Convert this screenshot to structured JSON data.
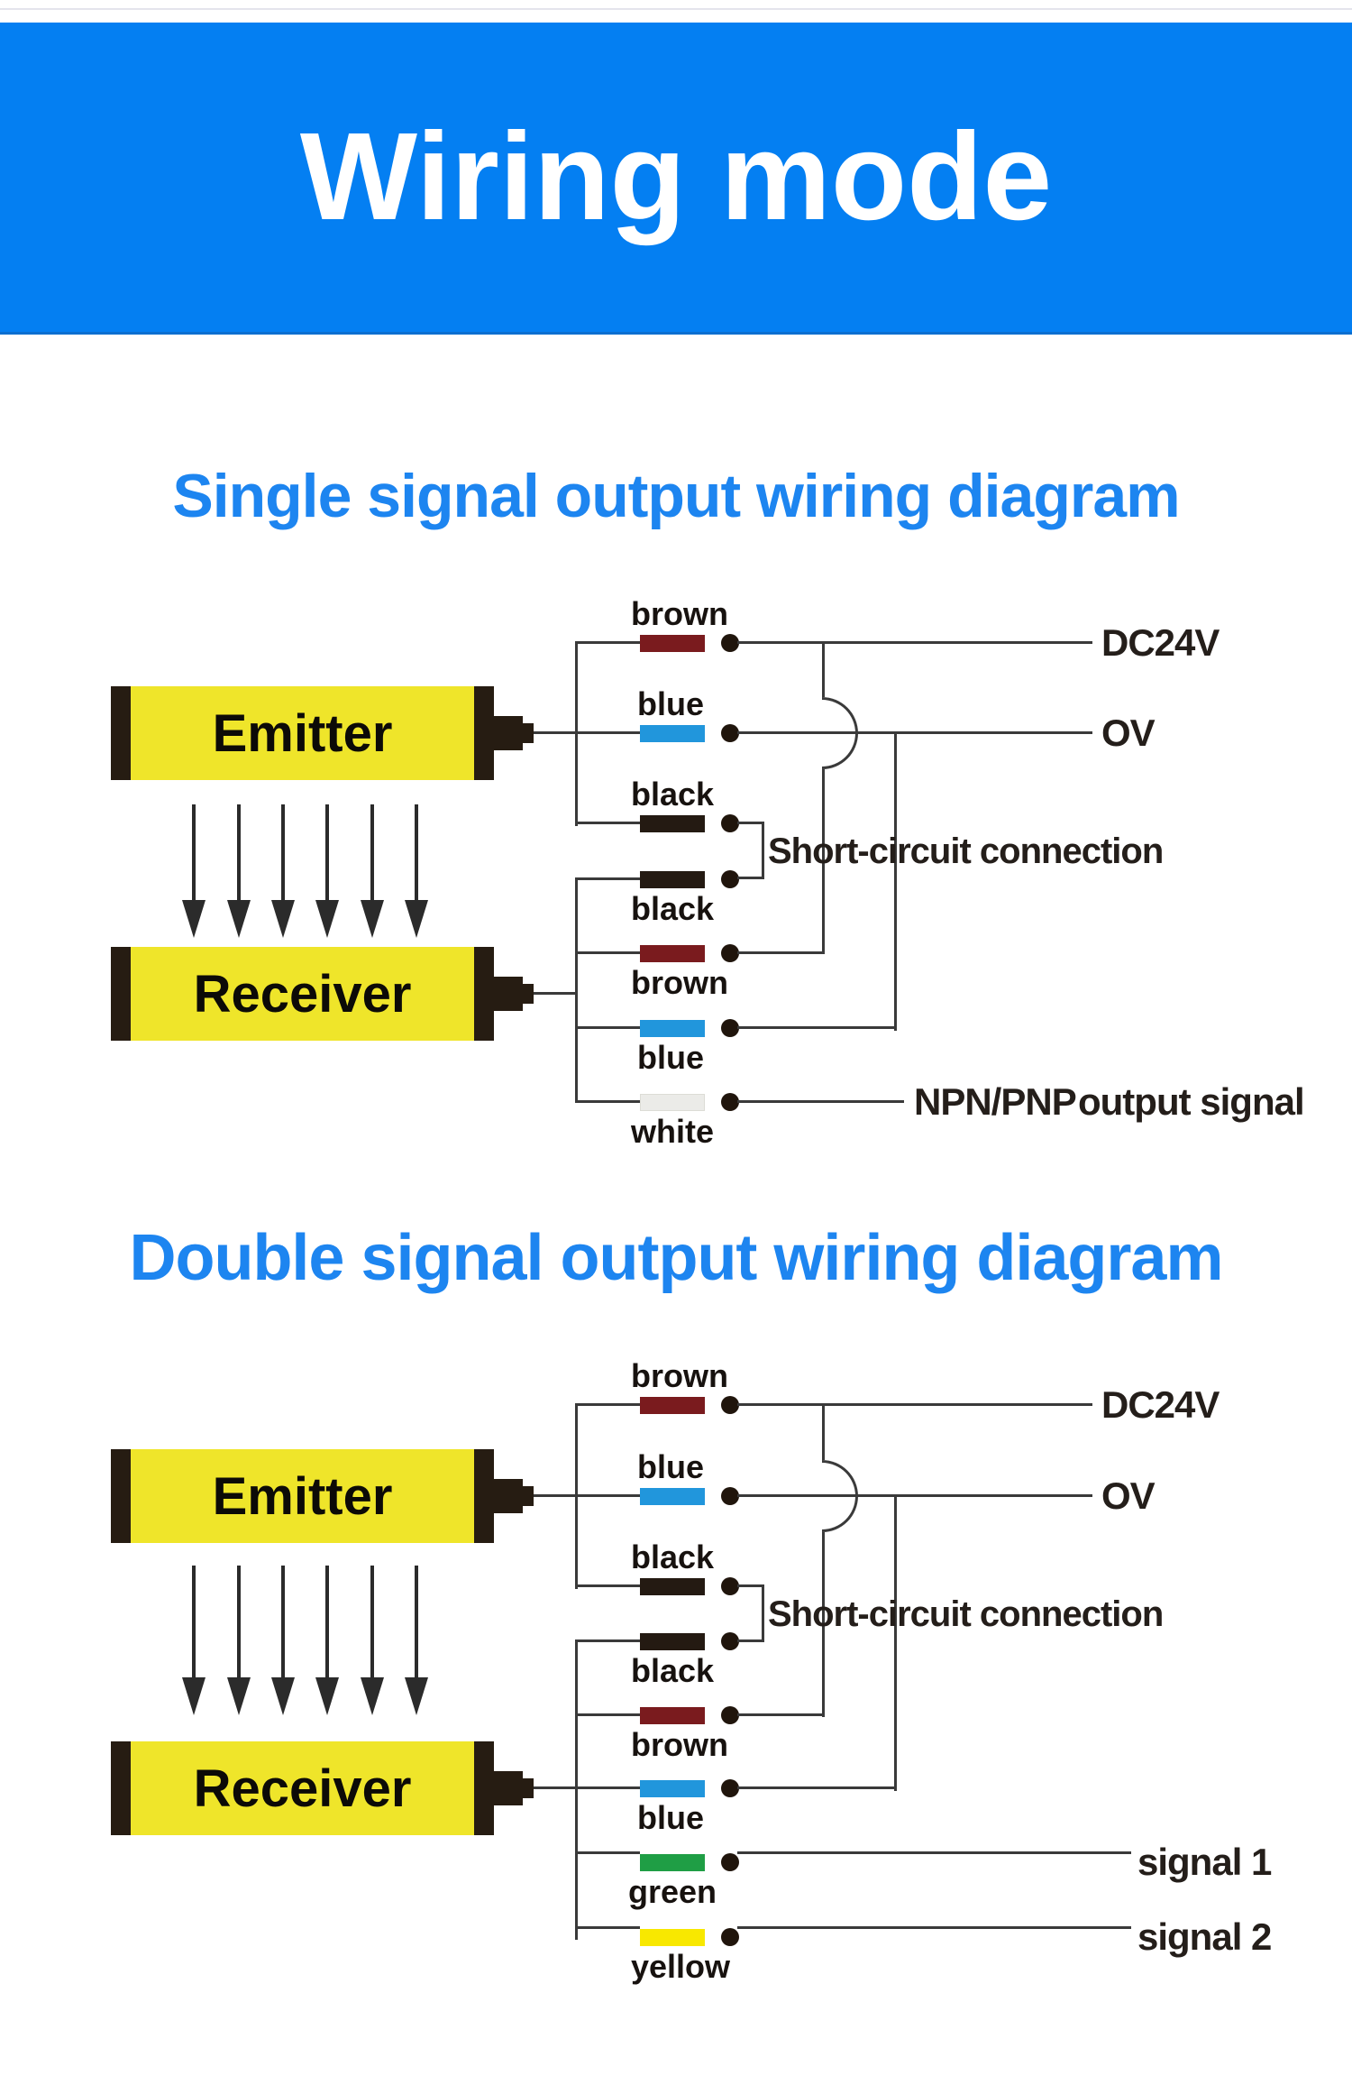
{
  "banner": {
    "title": "Wiring mode",
    "bg_color": "#047ff2",
    "text_color": "#ffffff"
  },
  "colors": {
    "heading_blue": "#1d85f0",
    "wire_line": "#3a3a3a",
    "terminal_dot": "#20150c",
    "device_body_yellow": "#efe52a",
    "device_cap_black": "#261c12",
    "brown": "#7a1b1e",
    "blue": "#2196dc",
    "black": "#241a12",
    "white": "#ebebe8",
    "green": "#1f9e45",
    "yellow": "#f8e800"
  },
  "sections": [
    {
      "heading": "Single signal output wiring diagram",
      "emitter_label": "Emitter",
      "receiver_label": "Receiver",
      "emitter_wires": [
        {
          "label": "brown",
          "color": "#7a1b1e"
        },
        {
          "label": "blue",
          "color": "#2196dc"
        },
        {
          "label": "black",
          "color": "#241a12"
        }
      ],
      "receiver_wires": [
        {
          "label": "black",
          "color": "#241a12"
        },
        {
          "label": "brown",
          "color": "#7a1b1e"
        },
        {
          "label": "blue",
          "color": "#2196dc"
        },
        {
          "label": "white",
          "color": "#ebebe8"
        }
      ],
      "labels": {
        "power": "DC24V",
        "zero_volt": "OV",
        "short_circuit": "Short-circuit connection",
        "output_type": "NPN/PNP",
        "output_signal": "output signal"
      }
    },
    {
      "heading": "Double signal output wiring diagram",
      "emitter_label": "Emitter",
      "receiver_label": "Receiver",
      "emitter_wires": [
        {
          "label": "brown",
          "color": "#7a1b1e"
        },
        {
          "label": "blue",
          "color": "#2196dc"
        },
        {
          "label": "black",
          "color": "#241a12"
        }
      ],
      "receiver_wires": [
        {
          "label": "black",
          "color": "#241a12"
        },
        {
          "label": "brown",
          "color": "#7a1b1e"
        },
        {
          "label": "blue",
          "color": "#2196dc"
        },
        {
          "label": "green",
          "color": "#1f9e45"
        },
        {
          "label": "yellow",
          "color": "#f8e800"
        }
      ],
      "labels": {
        "power": "DC24V",
        "zero_volt": "OV",
        "short_circuit": "Short-circuit connection",
        "signal_1": "signal 1",
        "signal_2": "signal 2"
      }
    }
  ]
}
